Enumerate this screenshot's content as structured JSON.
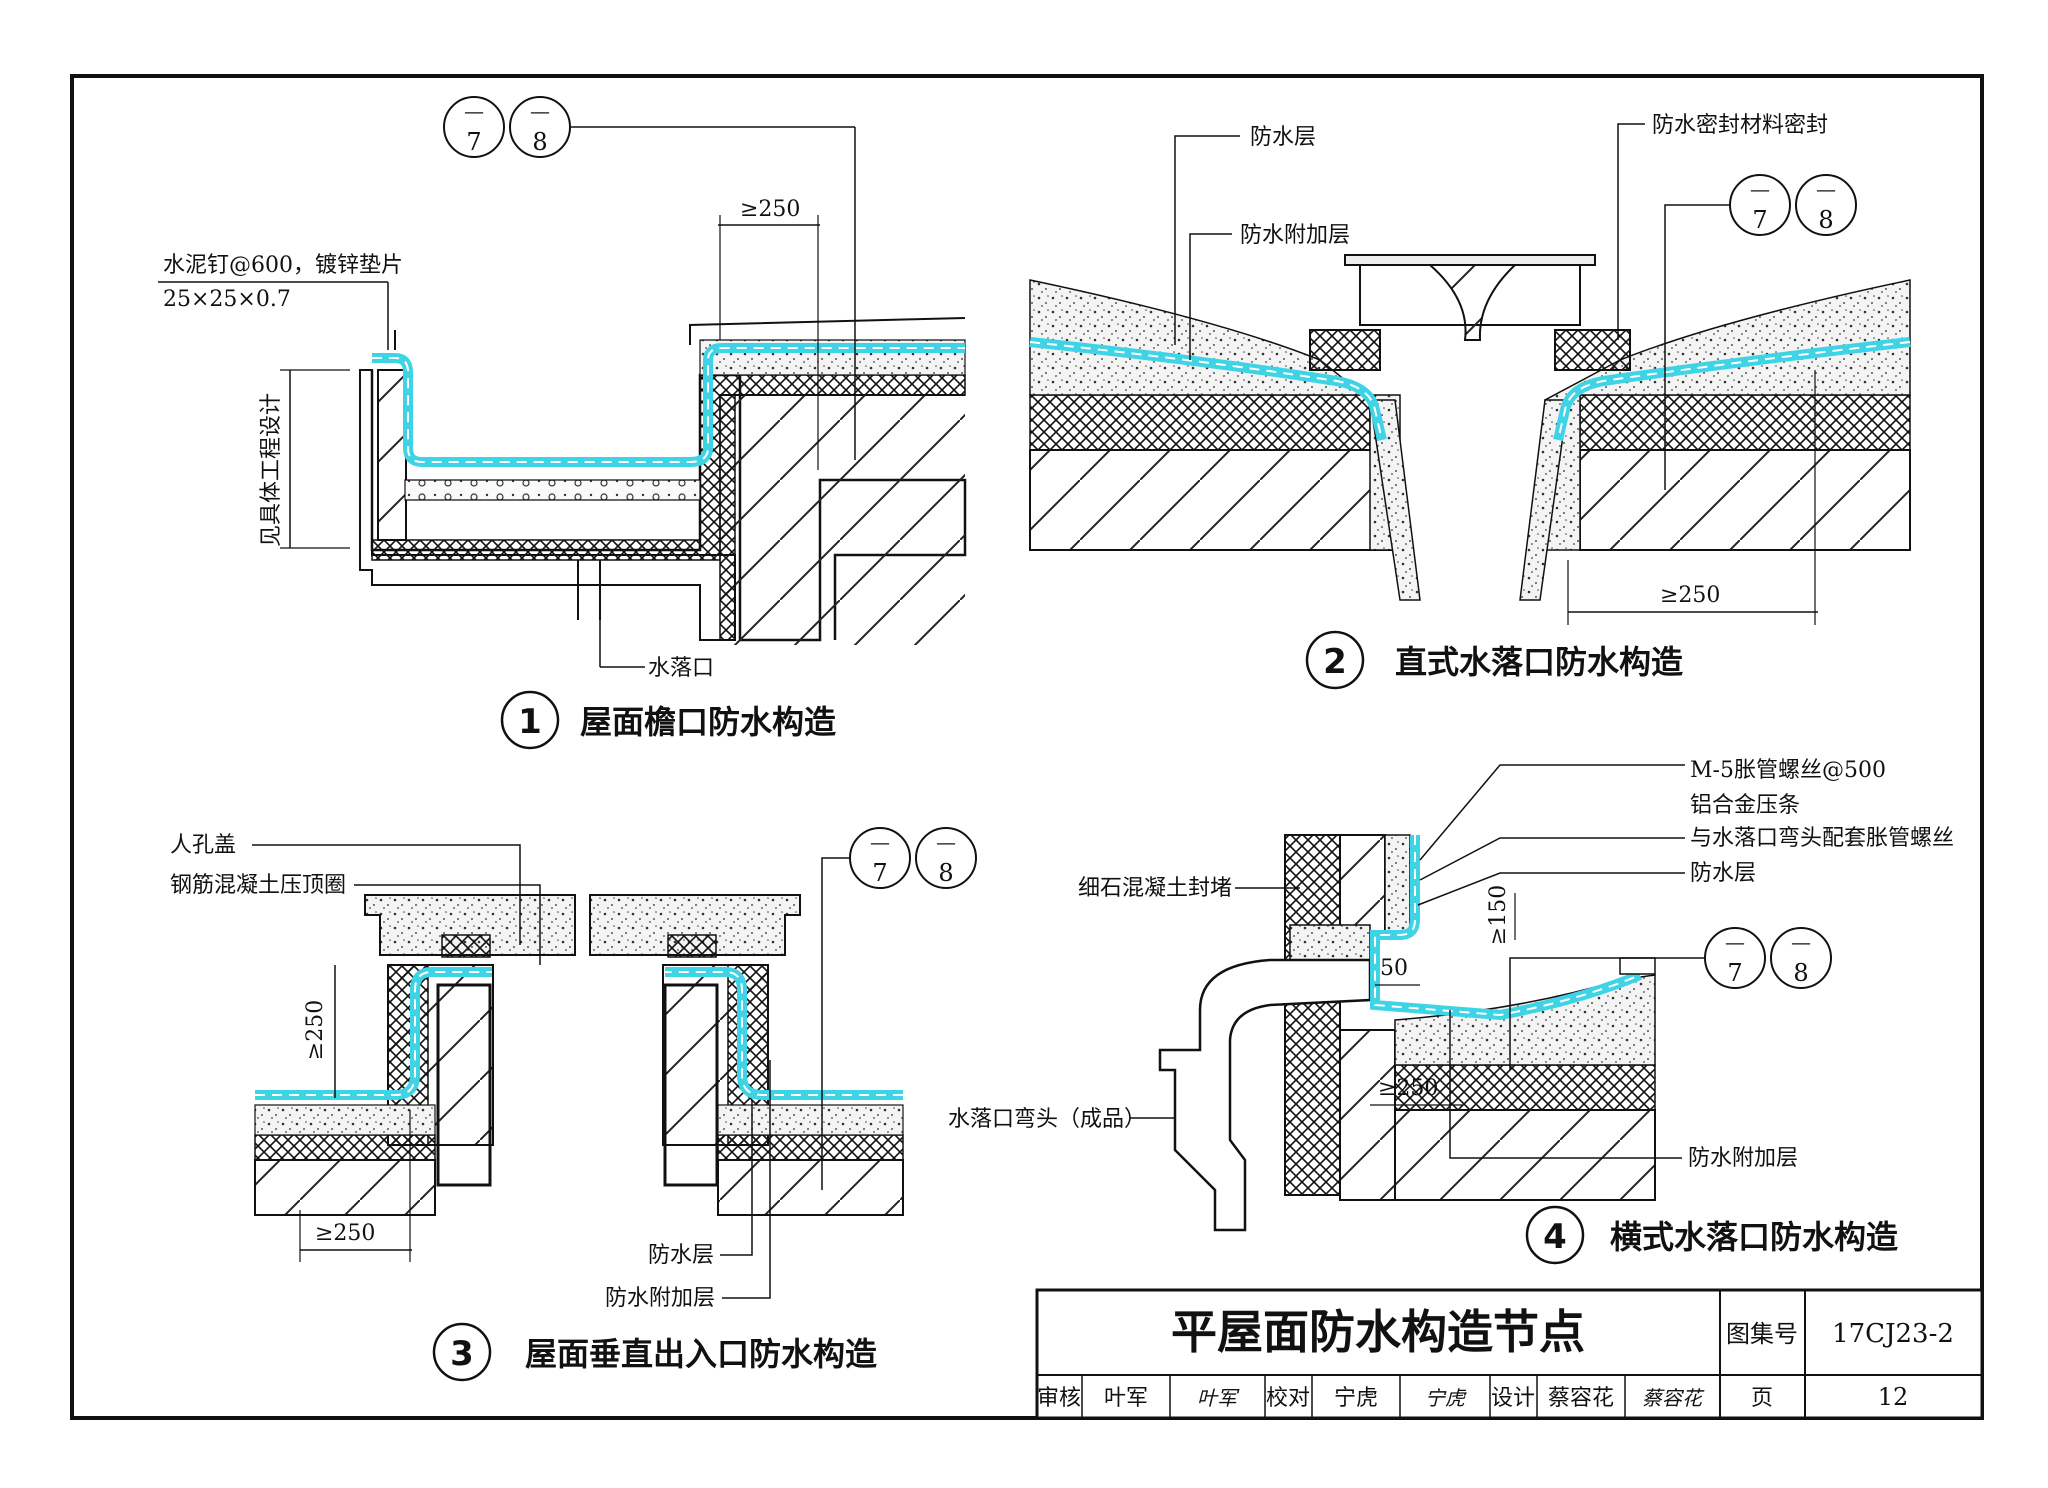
{
  "detail1": {
    "number": "1",
    "title": "屋面檐口防水构造",
    "labels": {
      "nail": "水泥钉@600，镀锌垫片",
      "washer": "25×25×0.7",
      "height": "见具体工程设计",
      "overlap": "≥250",
      "drain": "水落口"
    },
    "ref_top": "—",
    "ref_a": "7",
    "ref_b": "8"
  },
  "detail2": {
    "number": "2",
    "title": "直式水落口防水构造",
    "labels": {
      "waterproof": "防水层",
      "extra": "防水附加层",
      "seal": "防水密封材料密封",
      "overlap": "≥250"
    },
    "ref_top": "—",
    "ref_a": "7",
    "ref_b": "8"
  },
  "detail3": {
    "number": "3",
    "title": "屋面垂直出入口防水构造",
    "labels": {
      "cover": "人孔盖",
      "ring": "钢筋混凝土压顶圈",
      "height": "≥250",
      "overlap": "≥250",
      "waterproof": "防水层",
      "extra": "防水附加层"
    },
    "ref_top": "—",
    "ref_a": "7",
    "ref_b": "8"
  },
  "detail4": {
    "number": "4",
    "title": "横式水落口防水构造",
    "labels": {
      "screw": "M-5胀管螺丝@500",
      "strip": "铝合金压条",
      "match": "与水落口弯头配套胀管螺丝",
      "waterproof": "防水层",
      "plug": "细石混凝土封堵",
      "h150": "≥150",
      "w50": "50",
      "overlap": "≥250",
      "elbow": "水落口弯头（成品）",
      "extra": "防水附加层"
    },
    "ref_top": "—",
    "ref_a": "7",
    "ref_b": "8"
  },
  "title_block": {
    "title": "平屋面防水构造节点",
    "atlas_label": "图集号",
    "atlas_no": "17CJ23-2",
    "review_label": "审核",
    "review_name": "叶军",
    "review_sign": "叶军",
    "check_label": "校对",
    "check_name": "宁虎",
    "check_sign": "宁虎",
    "design_label": "设计",
    "design_name": "蔡容花",
    "design_sign": "蔡容花",
    "page_label": "页",
    "page_no": "12"
  },
  "colors": {
    "line": "#111111",
    "membrane": "#3fd3e6",
    "concrete": "#d9d9d9"
  }
}
